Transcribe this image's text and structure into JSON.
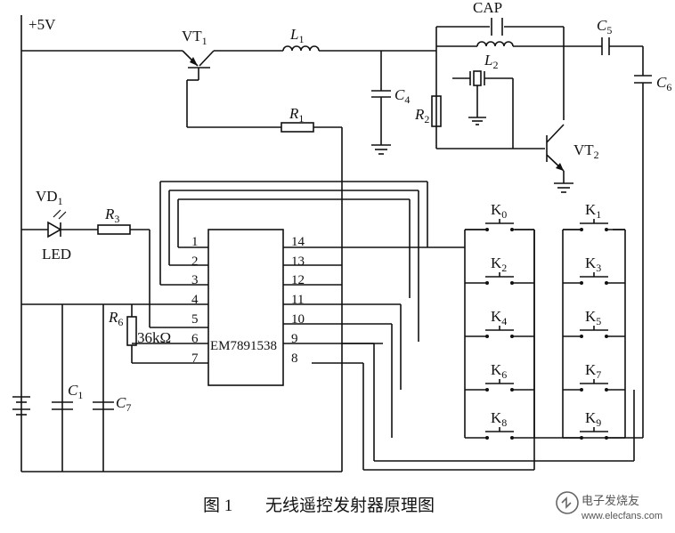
{
  "labels": {
    "supply": "+5V",
    "vt1": "VT",
    "vt1_sub": "1",
    "l1": "L",
    "l1_sub": "1",
    "cap": "CAP",
    "c5": "C",
    "c5_sub": "5",
    "c6": "C",
    "c6_sub": "6",
    "c4": "C",
    "c4_sub": "4",
    "l2": "L",
    "l2_sub": "2",
    "r2": "R",
    "r2_sub": "2",
    "r1": "R",
    "r1_sub": "1",
    "vt2": "VT",
    "vt2_sub": "2",
    "vd1": "VD",
    "vd1_sub": "1",
    "r3": "R",
    "r3_sub": "3",
    "led": "LED",
    "r6": "R",
    "r6_sub": "6",
    "r6_value": "36kΩ",
    "c1": "C",
    "c1_sub": "1",
    "c7": "C",
    "c7_sub": "7"
  },
  "ic": {
    "name": "EM7891538",
    "left_pins": [
      "1",
      "2",
      "3",
      "4",
      "5",
      "6",
      "7"
    ],
    "right_pins": [
      "14",
      "13",
      "12",
      "11",
      "10",
      "9",
      "8"
    ]
  },
  "keys": [
    {
      "letter": "K",
      "sub": "0"
    },
    {
      "letter": "K",
      "sub": "1"
    },
    {
      "letter": "K",
      "sub": "2"
    },
    {
      "letter": "K",
      "sub": "3"
    },
    {
      "letter": "K",
      "sub": "4"
    },
    {
      "letter": "K",
      "sub": "5"
    },
    {
      "letter": "K",
      "sub": "6"
    },
    {
      "letter": "K",
      "sub": "7"
    },
    {
      "letter": "K",
      "sub": "8"
    },
    {
      "letter": "K",
      "sub": "9"
    }
  ],
  "caption": {
    "figure": "图 1",
    "title": "无线遥控发射器原理图"
  },
  "watermark": {
    "text": "电子发烧友",
    "url": "www.elecfans.com"
  }
}
